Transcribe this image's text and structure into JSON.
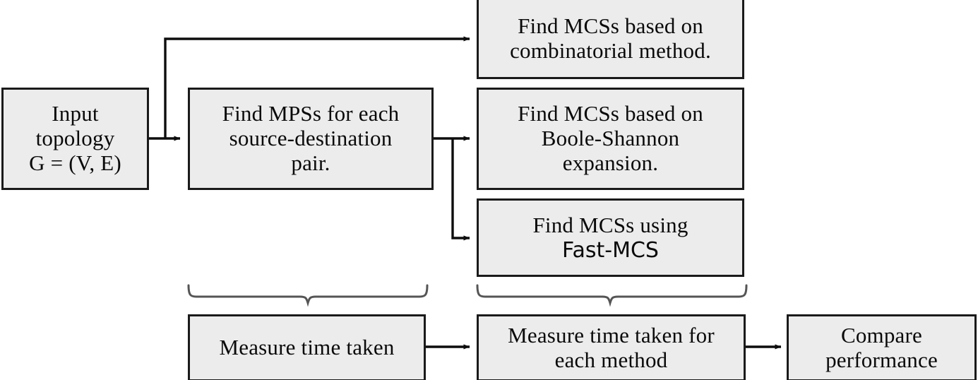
{
  "diagram": {
    "title": "Methodology flowchart for finding MCSs",
    "fill_color": "#ECECEC",
    "stroke_color": "#1a1a1a",
    "brace_color": "#555555",
    "background": "#ffffff"
  },
  "nodes": {
    "input_topology": {
      "line1": "Input",
      "line2": "topology",
      "line3": "G = (V, E)"
    },
    "find_mpss": {
      "line1": "Find MPSs for each",
      "line2": "source-destination",
      "line3": "pair."
    },
    "mcs_combinatorial": {
      "line1": "Find MCSs based on",
      "line2": "combinatorial method."
    },
    "mcs_boole_shannon": {
      "line1": "Find MCSs based on",
      "line2": "Boole-Shannon",
      "line3": "expansion."
    },
    "mcs_fast": {
      "line1": "Find MCSs using",
      "line2": "Fast-MCS"
    },
    "measure_time": {
      "line1": "Measure time taken"
    },
    "measure_time_each": {
      "line1": "Measure time taken for",
      "line2": "each method"
    },
    "compare_performance": {
      "line1": "Compare",
      "line2": "performance"
    }
  },
  "edges": [
    {
      "name": "input-to-mpss",
      "type": "arrow"
    },
    {
      "name": "input-to-combinatorial",
      "type": "elbow-arrow"
    },
    {
      "name": "mpss-to-boole-shannon",
      "type": "arrow"
    },
    {
      "name": "mpss-to-fast-mcs",
      "type": "elbow-arrow"
    },
    {
      "name": "measure-to-measure-each",
      "type": "arrow"
    },
    {
      "name": "measure-each-to-compare",
      "type": "arrow"
    }
  ],
  "braces": [
    {
      "name": "brace-mps-group"
    },
    {
      "name": "brace-mcs-group"
    }
  ]
}
